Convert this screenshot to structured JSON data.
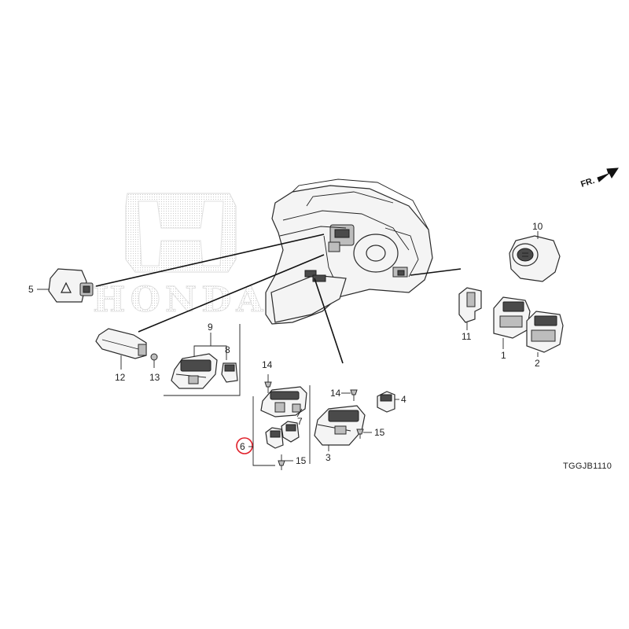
{
  "diagram": {
    "code": "TGGJB1110",
    "direction_label": "FR.",
    "watermark_brand": "HONDA",
    "highlight_color": "#e0202a",
    "highlighted_callout": "6",
    "callouts": {
      "c1": "1",
      "c2": "2",
      "c3": "3",
      "c4": "4",
      "c5": "5",
      "c6": "6",
      "c7": "7",
      "c8": "8",
      "c9": "9",
      "c10": "10",
      "c11": "11",
      "c12": "12",
      "c13": "13",
      "c14a": "14",
      "c14b": "14",
      "c15a": "15",
      "c15b": "15"
    }
  }
}
